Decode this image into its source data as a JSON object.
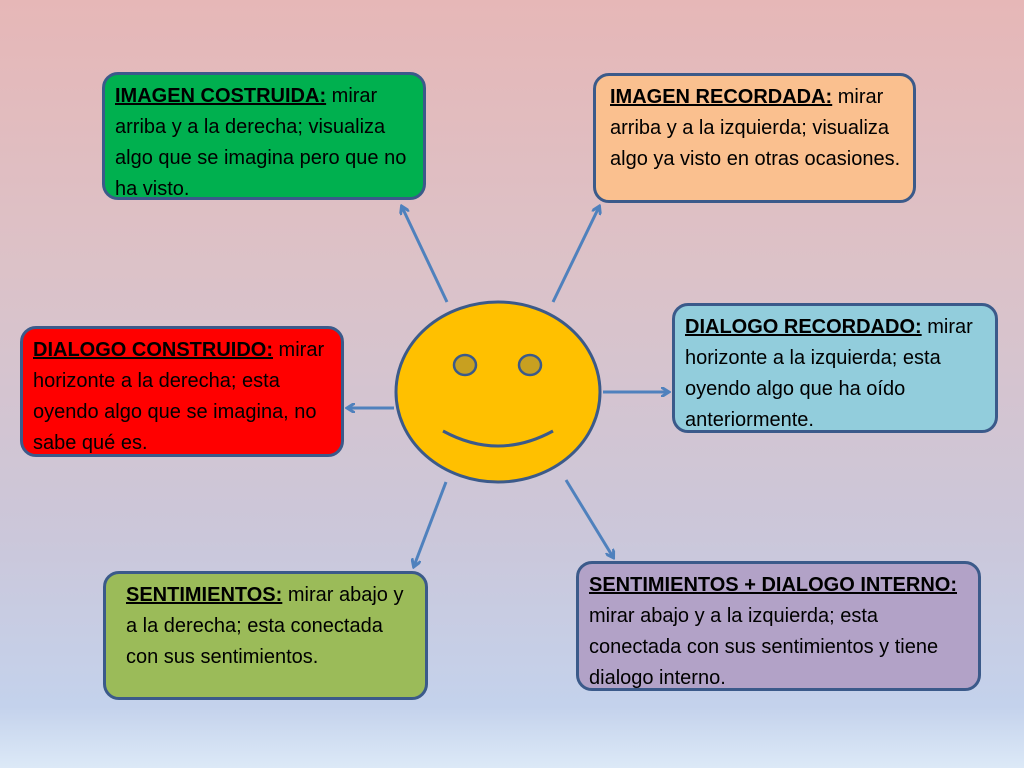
{
  "boxes": {
    "imagen_construida": {
      "label": "IMAGEN COSTRUIDA:",
      "text": " mirar arriba y a la derecha; visualiza algo que se imagina pero que no ha visto.",
      "color": "#00b04f"
    },
    "imagen_recordada": {
      "label": "IMAGEN RECORDADA:",
      "text": " mirar arriba y a la izquierda; visualiza algo ya visto en otras ocasiones.",
      "color": "#fac08f"
    },
    "dialogo_construido": {
      "label": "DIALOGO CONSTRUIDO:",
      "text": " mirar horizonte a la derecha; esta oyendo algo que se imagina, no sabe qué es.",
      "color": "#ff0000"
    },
    "dialogo_recordado": {
      "label": "DIALOGO RECORDADO:",
      "text": " mirar horizonte a la izquierda; esta oyendo algo que ha oído anteriormente.",
      "color": "#92cddc"
    },
    "sentimientos": {
      "label": "SENTIMIENTOS:",
      "text": " mirar abajo y a la derecha; esta conectada con sus sentimientos.",
      "color": "#9bbb59"
    },
    "sentimientos_dialogo": {
      "label": "SENTIMIENTOS + DIALOGO INTERNO:",
      "text": " mirar abajo y a la izquierda; esta conectada con sus sentimientos y tiene dialogo interno.",
      "color": "#b2a2c7"
    }
  },
  "face": {
    "fill": "#ffc000",
    "stroke": "#3b5a8a",
    "eye_fill": "#c8a020"
  },
  "arrow_color": "#4f81bd"
}
